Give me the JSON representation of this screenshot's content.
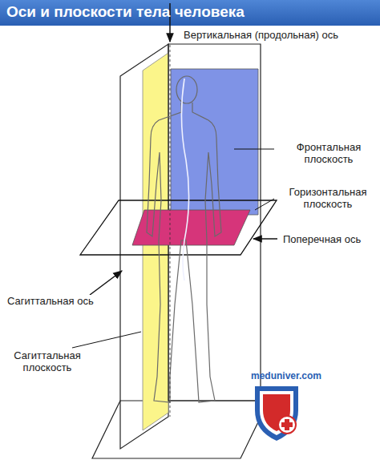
{
  "diagram": {
    "title": "Оси и плоскости тела человека",
    "labels": [
      "Вертикальная (продольная) ось",
      "Фронтальная плоскость",
      "Горизонтальная плоскость",
      "Поперечная ось",
      "Сагиттальная ось",
      "Сагиттальная плоскость",
      "meduniver.com"
    ]
  }
}
